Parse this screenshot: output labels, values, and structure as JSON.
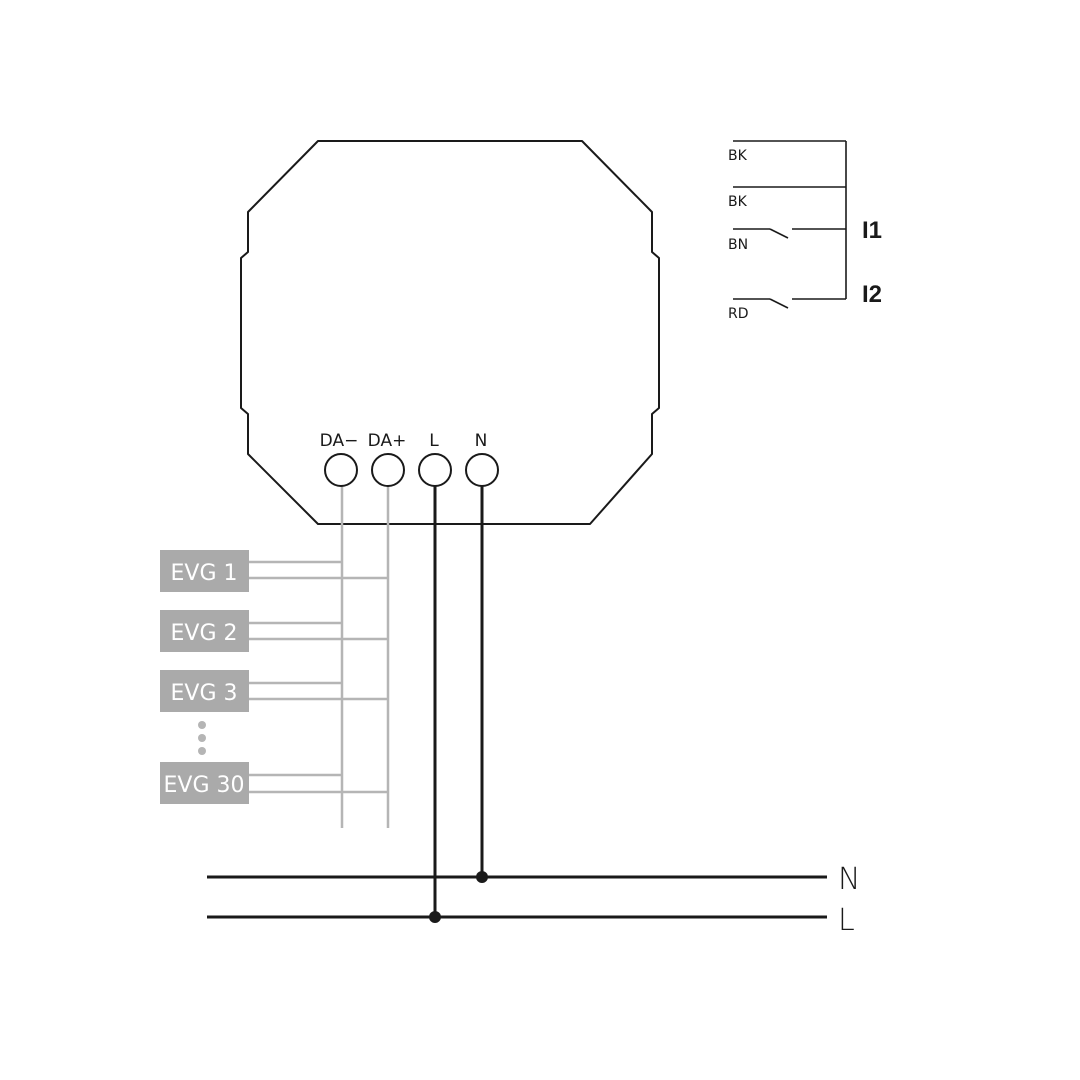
{
  "terminals": {
    "da_minus": "DA−",
    "da_plus": "DA+",
    "l": "L",
    "n": "N"
  },
  "switch_wires": {
    "bk1": "BK",
    "bk2": "BK",
    "bn": "BN",
    "rd": "RD"
  },
  "inputs": {
    "i1": "I1",
    "i2": "I2"
  },
  "ballasts": [
    "EVG 1",
    "EVG 2",
    "EVG 3",
    "EVG 30"
  ],
  "bus_lines": {
    "n": "N",
    "l": "L"
  },
  "colors": {
    "line": "#1a1a1a",
    "dali_wire": "#b5b5b5",
    "ballast_box": "#aaaaaa"
  }
}
